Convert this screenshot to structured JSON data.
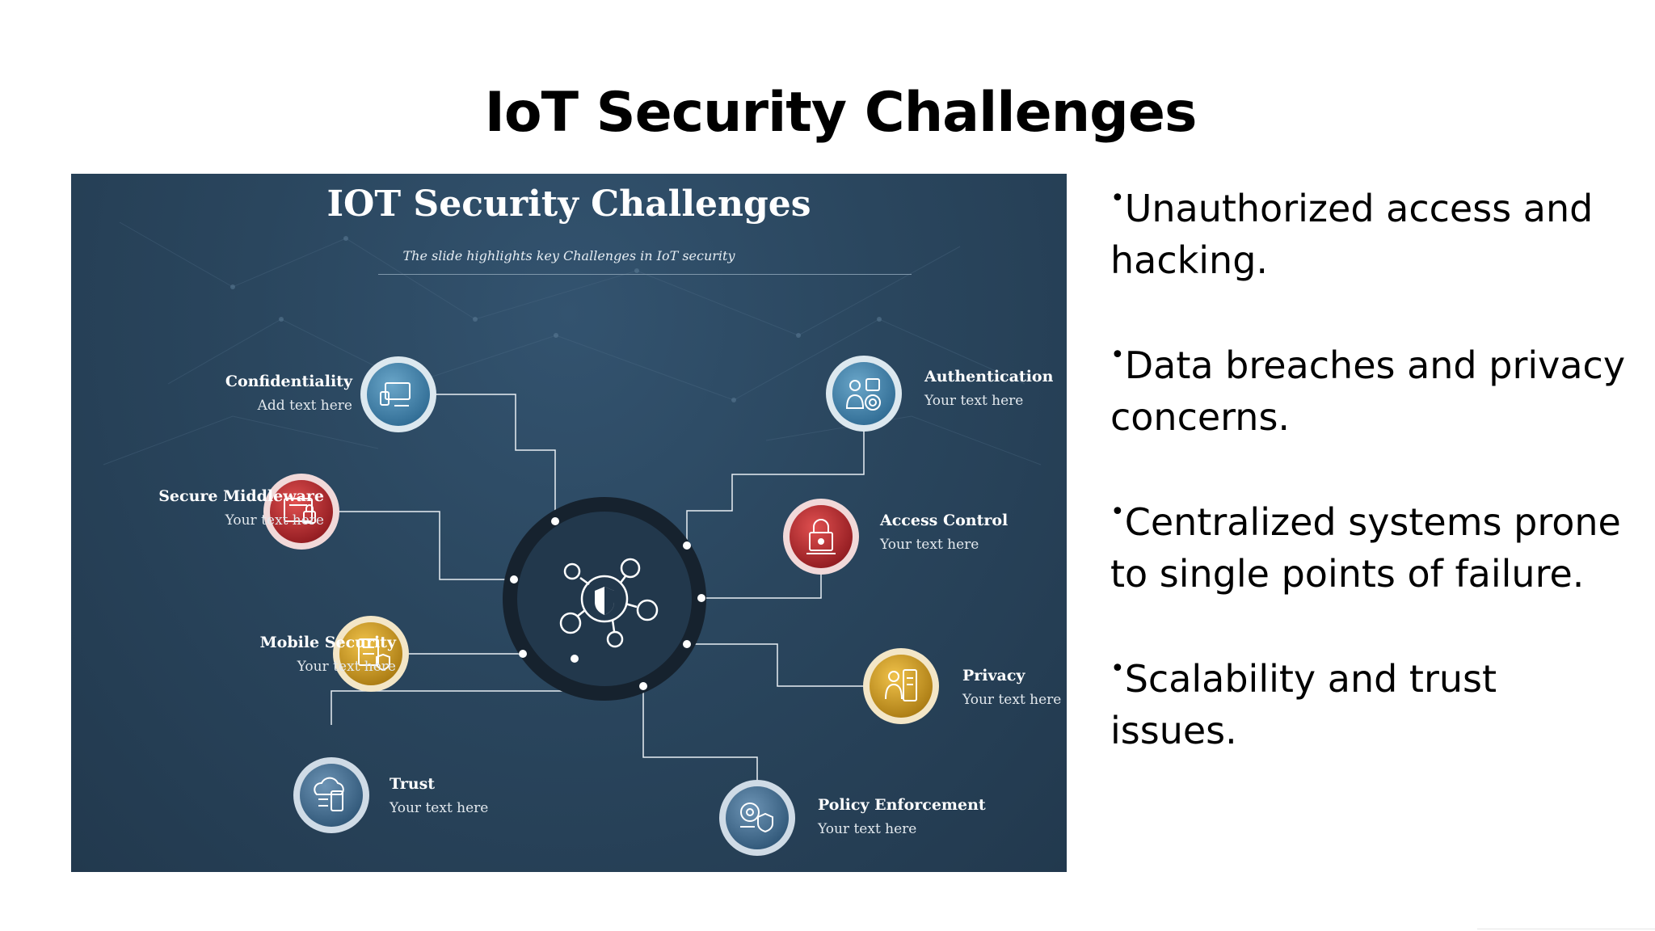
{
  "slide": {
    "title": "IoT Security Challenges"
  },
  "infographic": {
    "title": "IOT Security Challenges",
    "subtitle": "The slide highlights key Challenges in IoT security",
    "nodes": [
      {
        "name": "Confidentiality",
        "text": "Add text here",
        "color": "#3f7fa6",
        "icon": "devices-icon"
      },
      {
        "name": "Secure Middleware",
        "text": "Your text here",
        "color": "#b3262b",
        "icon": "chart-lock-icon"
      },
      {
        "name": "Mobile Security",
        "text": "Your text here",
        "color": "#c8961c",
        "icon": "document-shield-icon"
      },
      {
        "name": "Trust",
        "text": "Your text here",
        "color": "#3f6f95",
        "icon": "cloud-phone-icon"
      },
      {
        "name": "Authentication",
        "text": "Your text here",
        "color": "#3f7fa6",
        "icon": "user-fingerprint-icon"
      },
      {
        "name": "Access Control",
        "text": "Your text here",
        "color": "#b3262b",
        "icon": "lock-keypad-icon"
      },
      {
        "name": "Privacy",
        "text": "Your text here",
        "color": "#c8961c",
        "icon": "person-id-icon"
      },
      {
        "name": "Policy Enforcement",
        "text": "Your text here",
        "color": "#3f6f95",
        "icon": "gear-shield-icon"
      }
    ],
    "hub_icon": "network-shield-icon"
  },
  "bullets": [
    "Unauthorized access and hacking.",
    "Data breaches and privacy concerns.",
    "Centralized systems prone to single points of failure.",
    "Scalability and trust issues."
  ]
}
